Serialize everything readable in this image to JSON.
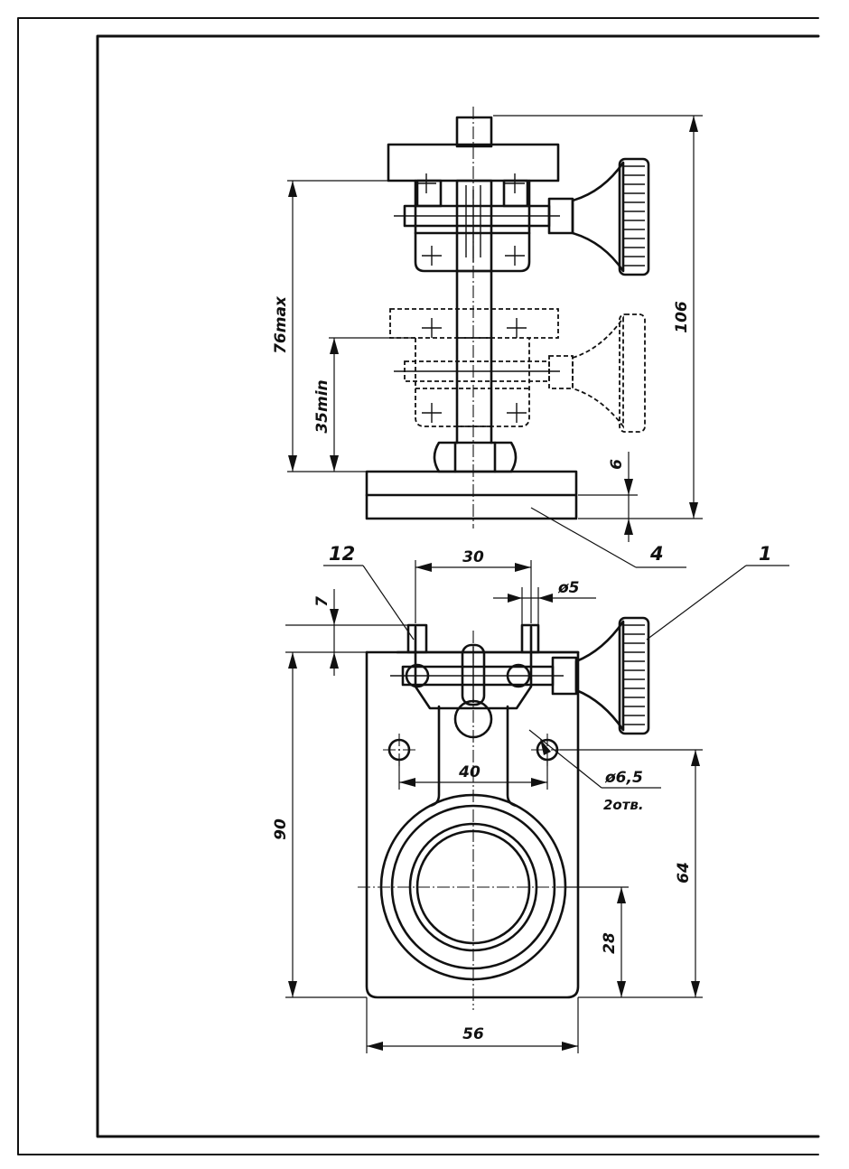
{
  "dimensions": {
    "overall_height": "106",
    "adjust_max": "76max",
    "adjust_min": "35min",
    "base_thickness": "6",
    "jaw_spacing": "30",
    "pin_diameter": "ø5",
    "top_offset": "7",
    "body_height": "90",
    "hole_spacing": "40",
    "hole_diameter": "ø6,5",
    "hole_count": "2отв.",
    "hole_height": "64",
    "bore_height": "28",
    "body_width": "56"
  },
  "callouts": {
    "part_12": "12",
    "part_4": "4",
    "part_1": "1"
  }
}
